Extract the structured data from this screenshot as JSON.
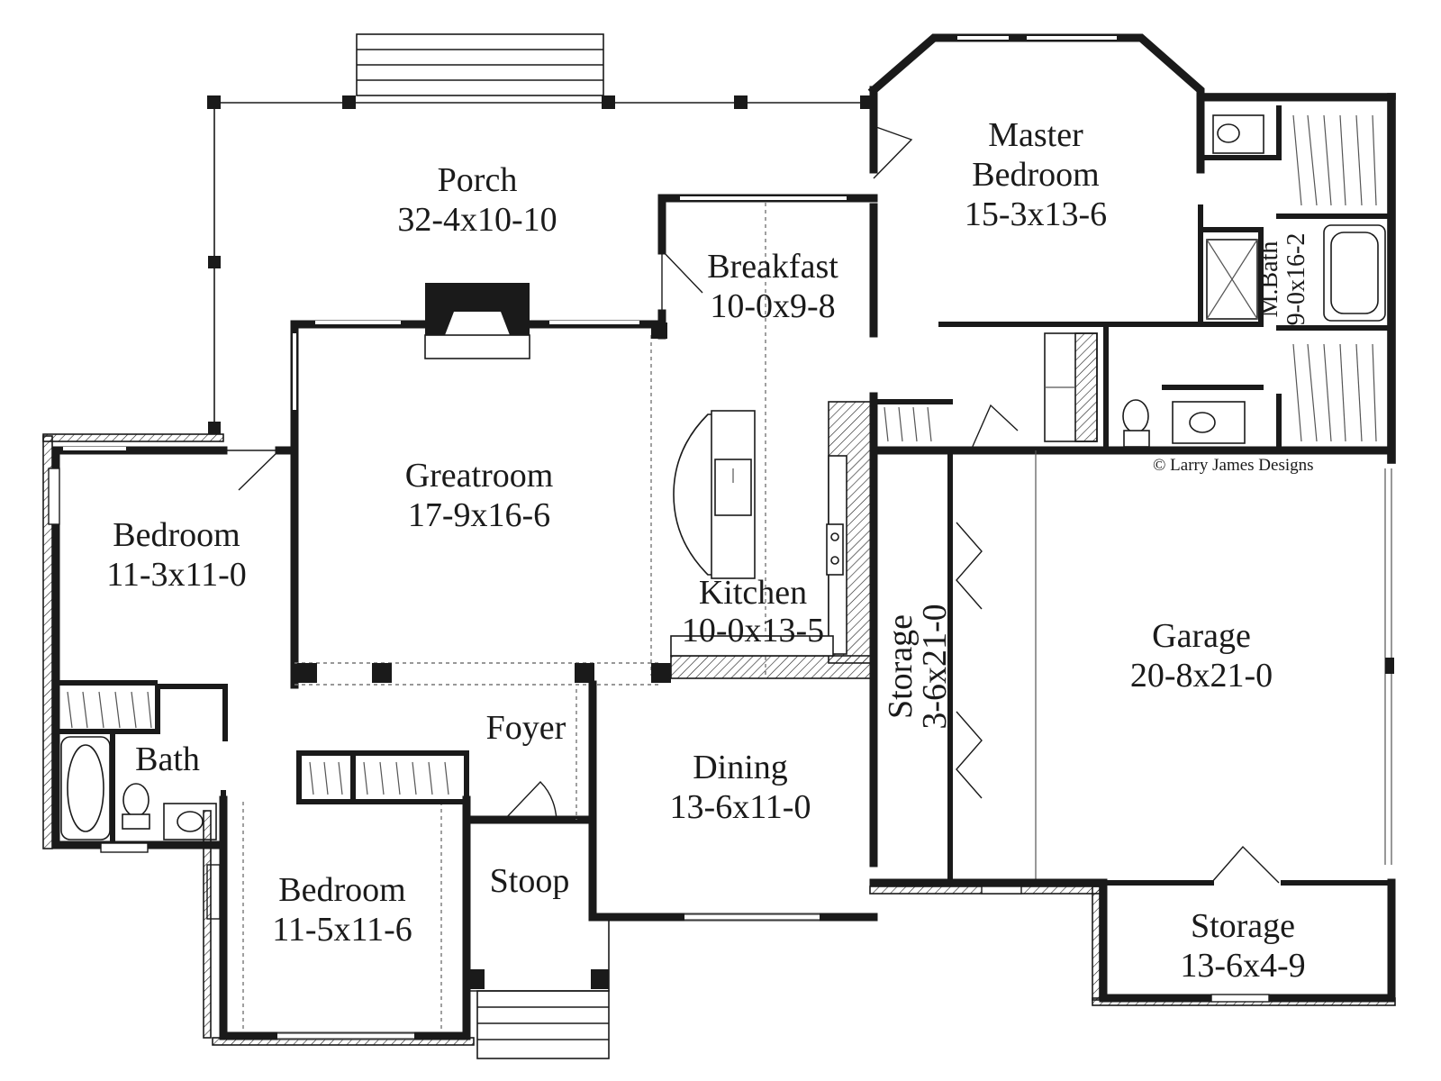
{
  "rooms": {
    "porch": {
      "name": "Porch",
      "dim": "32-4x10-10"
    },
    "master_bedroom": {
      "name_line1": "Master",
      "name_line2": "Bedroom",
      "dim": "15-3x13-6"
    },
    "breakfast": {
      "name": "Breakfast",
      "dim": "10-0x9-8"
    },
    "mbath": {
      "name": "M.Bath",
      "dim": "9-0x16-2"
    },
    "greatroom": {
      "name": "Greatroom",
      "dim": "17-9x16-6"
    },
    "bedroom_left": {
      "name": "Bedroom",
      "dim": "11-3x11-0"
    },
    "kitchen": {
      "name": "Kitchen",
      "dim": "10-0x13-5"
    },
    "storage_side": {
      "name": "Storage",
      "dim": "3-6x21-0"
    },
    "garage": {
      "name": "Garage",
      "dim": "20-8x21-0"
    },
    "bath": {
      "name": "Bath"
    },
    "foyer": {
      "name": "Foyer"
    },
    "dining": {
      "name": "Dining",
      "dim": "13-6x11-0"
    },
    "bedroom_front": {
      "name": "Bedroom",
      "dim": "11-5x11-6"
    },
    "stoop": {
      "name": "Stoop"
    },
    "storage_rear": {
      "name": "Storage",
      "dim": "13-6x4-9"
    }
  },
  "copyright": "© Larry James Designs"
}
